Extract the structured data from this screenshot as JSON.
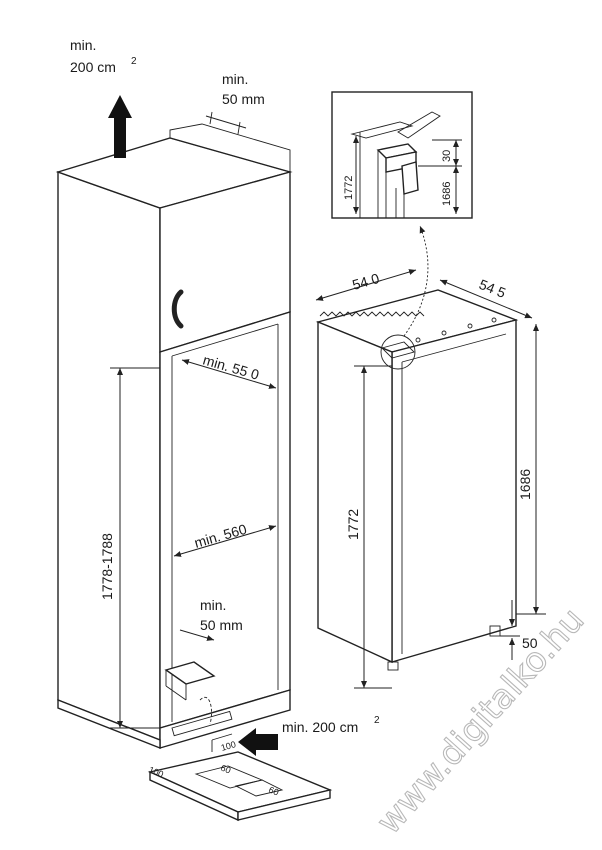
{
  "labels": {
    "top_vent_min": "min.",
    "top_vent_area": "200 cm",
    "top_vent_sup": "2",
    "top_gap_min": "min.",
    "top_gap_value": "50 mm",
    "niche_depth": "min. 55 0",
    "niche_height": "1778-1788",
    "niche_width": "min. 560",
    "bottom_gap_min": "min.",
    "bottom_gap_value": "50 mm",
    "bottom_vent_area": "min. 200 cm",
    "bottom_vent_sup": "2",
    "vent_grille_a": "100",
    "vent_grille_b": "100",
    "vent_grille_c": "60",
    "vent_grille_d": "60",
    "appliance_width": "54 0",
    "appliance_depth": "54 5",
    "appliance_height": "1772",
    "door_height": "1686",
    "foot_height": "50",
    "detail_total": "1772",
    "detail_top": "30",
    "detail_door": "1686"
  },
  "watermark": "www.digitalko.hu"
}
